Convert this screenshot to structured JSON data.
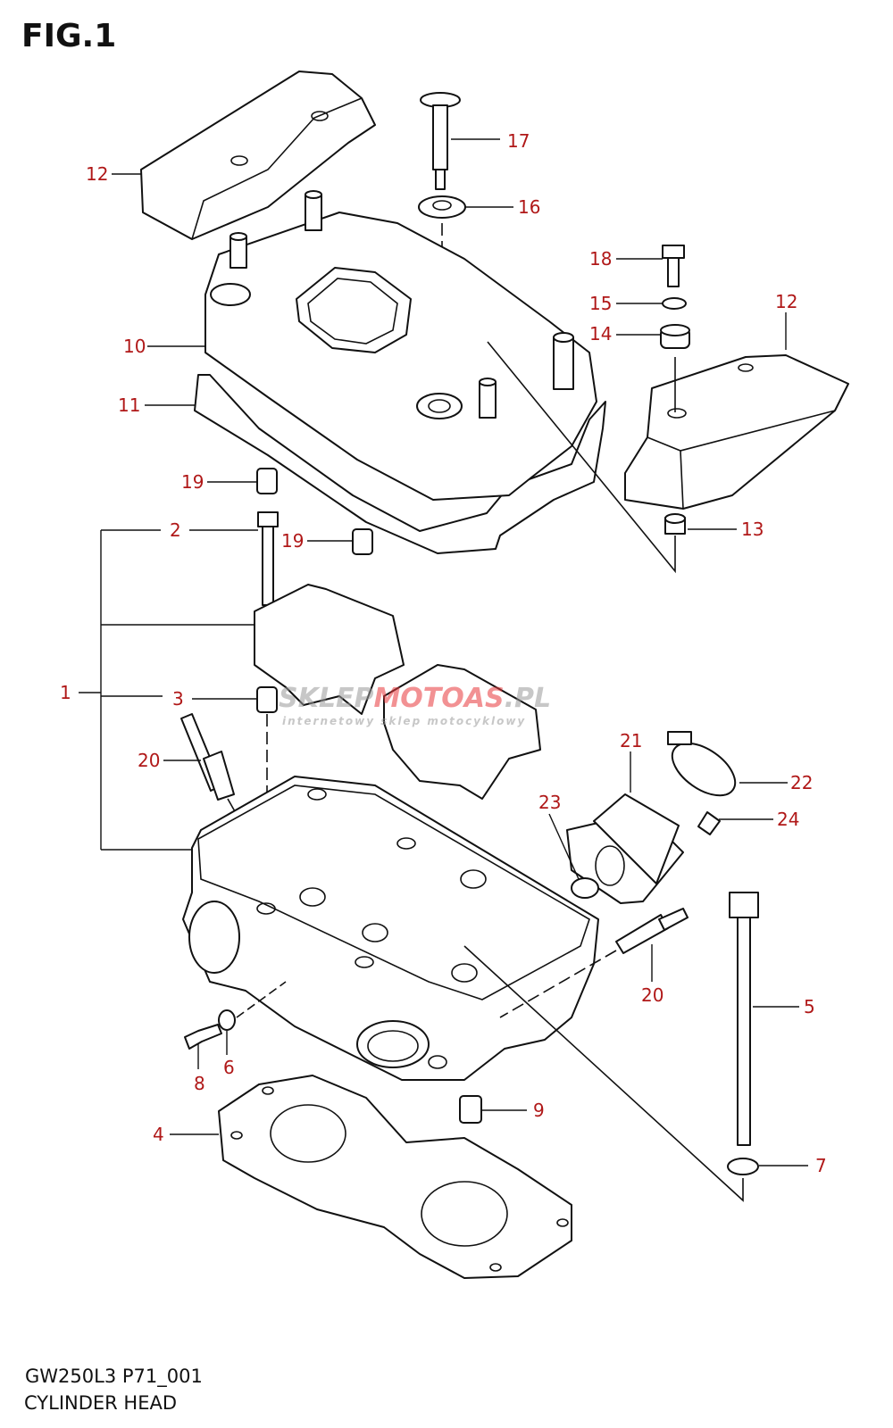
{
  "figure": {
    "title": "FIG.1",
    "model_code": "GW250L3 P71_001",
    "section_name": "CYLINDER HEAD"
  },
  "watermark": {
    "brand_part1": "SKLEP",
    "brand_part2": "MOTO",
    "brand_part3": "AS",
    "brand_suffix": ".PL",
    "tagline": "internetowy sklep motocyklowy",
    "accent_color": "#e8383b"
  },
  "callout_color": "#b01818",
  "callouts": [
    "12",
    "17",
    "16",
    "18",
    "15",
    "14",
    "12",
    "10",
    "11",
    "19",
    "13",
    "2",
    "19",
    "1",
    "3",
    "20",
    "21",
    "22",
    "23",
    "24",
    "20",
    "5",
    "6",
    "8",
    "9",
    "4",
    "7"
  ]
}
